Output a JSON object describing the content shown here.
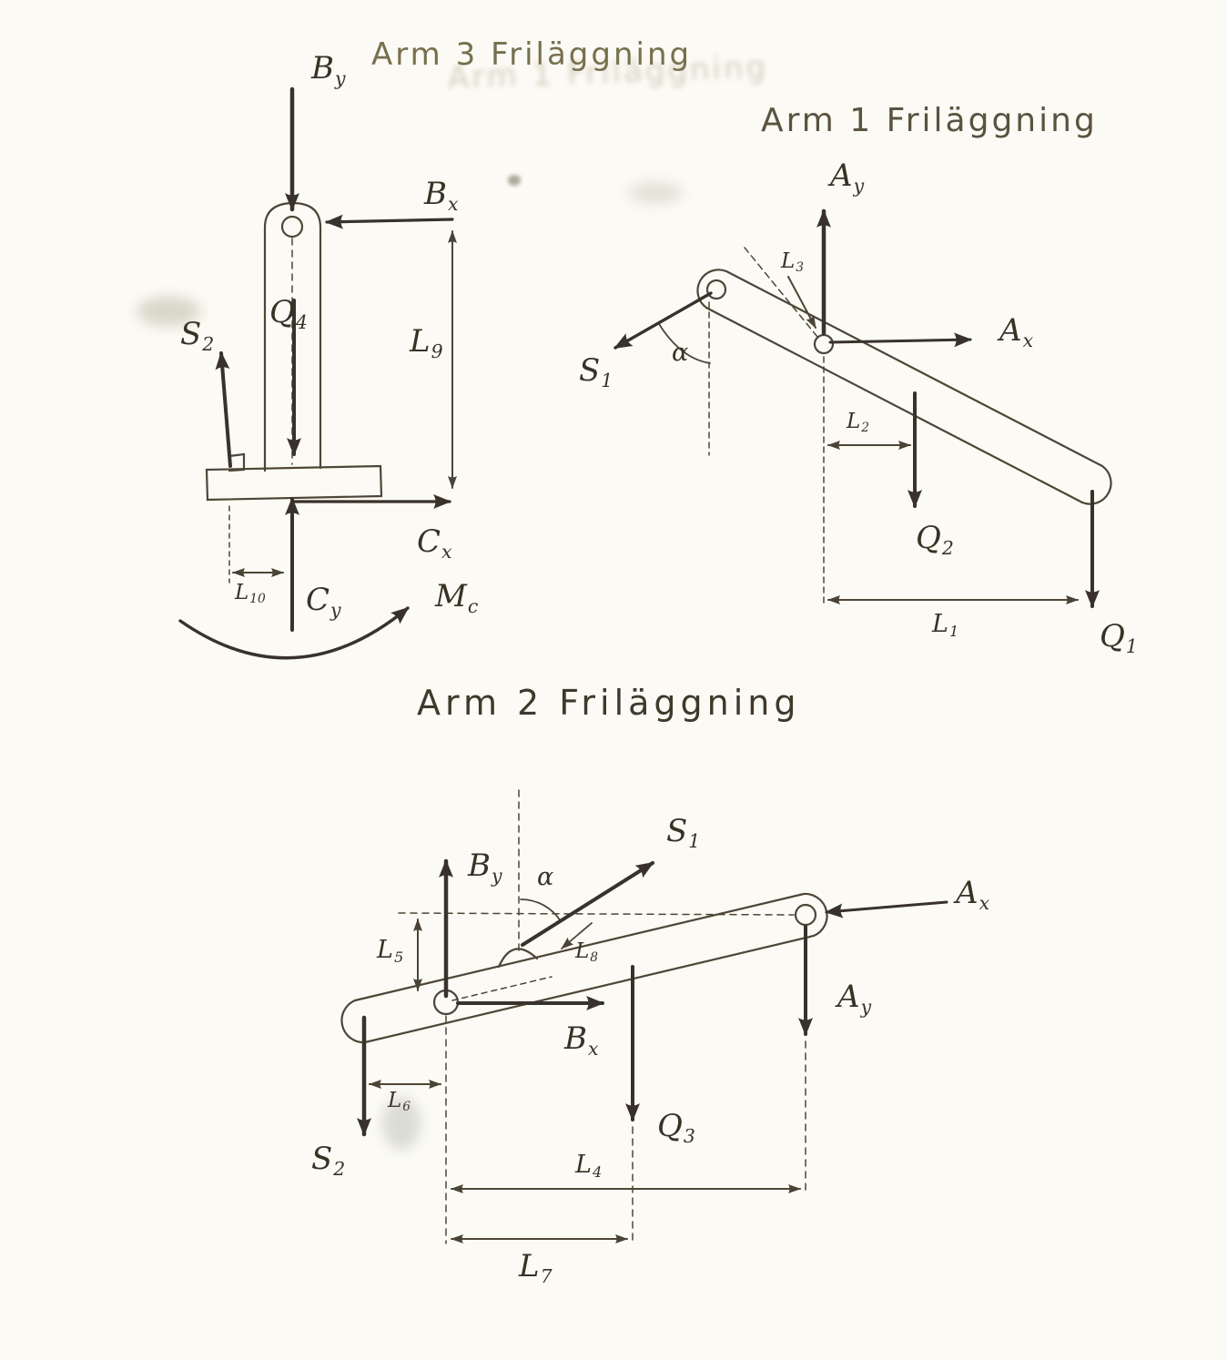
{
  "page": {
    "paper_color": "#fbfaf4",
    "ink_color": "#4d4536",
    "force_ink_color": "#38322a"
  },
  "titles": {
    "arm3": "Arm 3 Friläggning",
    "arm1": "Arm 1 Friläggning",
    "arm2": "Arm 2 Friläggning"
  },
  "labels": {
    "arm3_By": {
      "main": "B",
      "sub": "y"
    },
    "arm3_Bx": {
      "main": "B",
      "sub": "x"
    },
    "arm3_Q4": {
      "main": "Q",
      "sub": "4"
    },
    "arm3_L9": {
      "main": "L",
      "sub": "9"
    },
    "arm3_S2": {
      "main": "S",
      "sub": "2"
    },
    "arm3_Cx": {
      "main": "C",
      "sub": "x"
    },
    "arm3_Cy": {
      "main": "C",
      "sub": "y"
    },
    "arm3_L10": {
      "main": "L",
      "sub": "10"
    },
    "arm3_Mc": {
      "main": "M",
      "sub": "c"
    },
    "arm1_Ay": {
      "main": "A",
      "sub": "y"
    },
    "arm1_Ax": {
      "main": "A",
      "sub": "x"
    },
    "arm1_S1": {
      "main": "S",
      "sub": "1"
    },
    "arm1_alpha": {
      "main": "α",
      "sub": ""
    },
    "arm1_L3": {
      "main": "L",
      "sub": "3"
    },
    "arm1_L2": {
      "main": "L",
      "sub": "2"
    },
    "arm1_Q2": {
      "main": "Q",
      "sub": "2"
    },
    "arm1_L1": {
      "main": "L",
      "sub": "1"
    },
    "arm1_Q1": {
      "main": "Q",
      "sub": "1"
    },
    "arm2_By": {
      "main": "B",
      "sub": "y"
    },
    "arm2_S1": {
      "main": "S",
      "sub": "1"
    },
    "arm2_alpha": {
      "main": "α",
      "sub": ""
    },
    "arm2_L8": {
      "main": "L",
      "sub": "8"
    },
    "arm2_L5": {
      "main": "L",
      "sub": "5"
    },
    "arm2_Bx": {
      "main": "B",
      "sub": "x"
    },
    "arm2_Ax": {
      "main": "A",
      "sub": "x"
    },
    "arm2_Ay": {
      "main": "A",
      "sub": "y"
    },
    "arm2_S2": {
      "main": "S",
      "sub": "2"
    },
    "arm2_L6": {
      "main": "L",
      "sub": "6"
    },
    "arm2_Q3": {
      "main": "Q",
      "sub": "3"
    },
    "arm2_L4": {
      "main": "L",
      "sub": "4"
    },
    "arm2_L7": {
      "main": "L",
      "sub": "7"
    }
  }
}
